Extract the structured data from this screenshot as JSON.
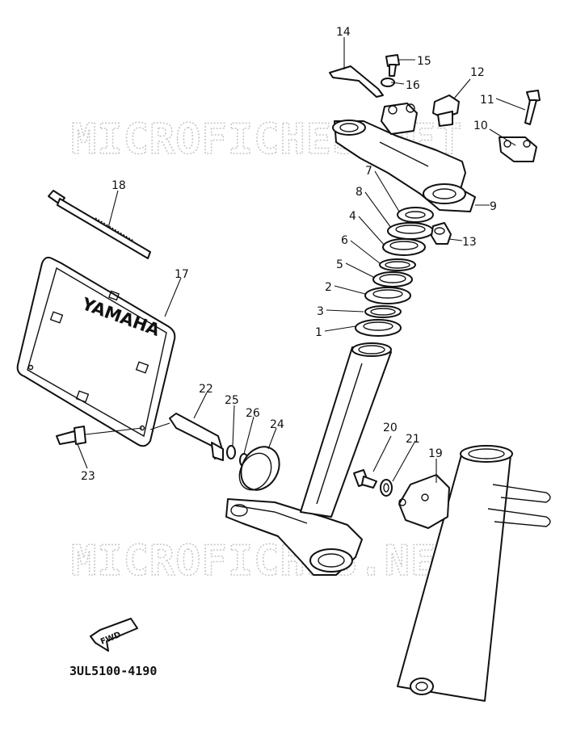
{
  "diagram": {
    "watermark_top": "MICROFICHES.NET",
    "watermark_bottom": "MICROFICHES.NET",
    "drawing_code": "3UL5100-4190",
    "plate_brand": "YAMAHA",
    "fwd_label": "FWD",
    "callouts": [
      {
        "id": "1",
        "label": "1"
      },
      {
        "id": "2",
        "label": "2"
      },
      {
        "id": "3",
        "label": "3"
      },
      {
        "id": "4",
        "label": "4"
      },
      {
        "id": "5",
        "label": "5"
      },
      {
        "id": "6",
        "label": "6"
      },
      {
        "id": "7",
        "label": "7"
      },
      {
        "id": "8",
        "label": "8"
      },
      {
        "id": "9",
        "label": "9"
      },
      {
        "id": "10",
        "label": "10"
      },
      {
        "id": "11",
        "label": "11"
      },
      {
        "id": "12",
        "label": "12"
      },
      {
        "id": "13",
        "label": "13"
      },
      {
        "id": "14",
        "label": "14"
      },
      {
        "id": "15",
        "label": "15"
      },
      {
        "id": "16",
        "label": "16"
      },
      {
        "id": "17",
        "label": "17"
      },
      {
        "id": "18",
        "label": "18"
      },
      {
        "id": "19",
        "label": "19"
      },
      {
        "id": "20",
        "label": "20"
      },
      {
        "id": "21",
        "label": "21"
      },
      {
        "id": "22",
        "label": "22"
      },
      {
        "id": "23",
        "label": "23"
      },
      {
        "id": "24",
        "label": "24"
      },
      {
        "id": "25",
        "label": "25"
      },
      {
        "id": "26",
        "label": "26"
      }
    ]
  }
}
